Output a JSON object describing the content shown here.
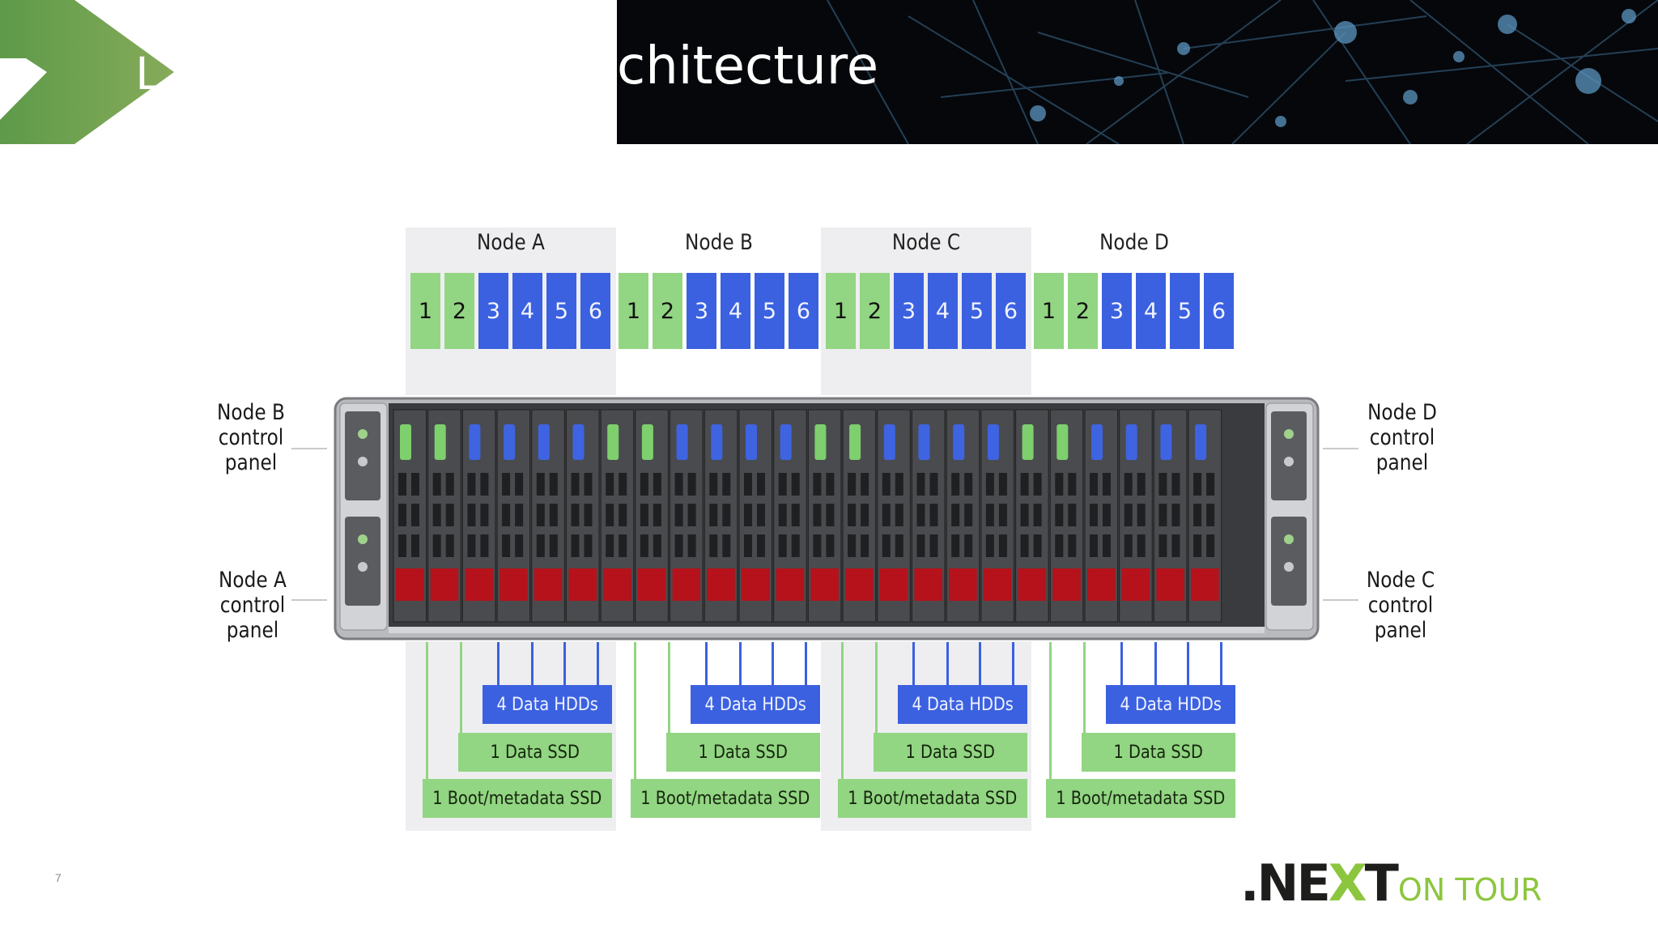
{
  "header": {
    "title": "chitecture",
    "chevron_letter": "L",
    "chevron_color": "#6f9d4f",
    "banner_color": "#05070b",
    "network_color": "#4a86b0"
  },
  "diagram": {
    "nodes": [
      {
        "label": "Node A",
        "bays": [
          {
            "num": "1",
            "kind": "ssd"
          },
          {
            "num": "2",
            "kind": "ssd"
          },
          {
            "num": "3",
            "kind": "hdd"
          },
          {
            "num": "4",
            "kind": "hdd"
          },
          {
            "num": "5",
            "kind": "hdd"
          },
          {
            "num": "6",
            "kind": "hdd"
          }
        ],
        "boxes": {
          "hdd": "4 Data HDDs",
          "ssd": "1 Data SSD",
          "boot": "1 Boot/metadata SSD"
        }
      },
      {
        "label": "Node B",
        "bays": [
          {
            "num": "1",
            "kind": "ssd"
          },
          {
            "num": "2",
            "kind": "ssd"
          },
          {
            "num": "3",
            "kind": "hdd"
          },
          {
            "num": "4",
            "kind": "hdd"
          },
          {
            "num": "5",
            "kind": "hdd"
          },
          {
            "num": "6",
            "kind": "hdd"
          }
        ],
        "boxes": {
          "hdd": "4 Data HDDs",
          "ssd": "1 Data SSD",
          "boot": "1 Boot/metadata SSD"
        }
      },
      {
        "label": "Node C",
        "bays": [
          {
            "num": "1",
            "kind": "ssd"
          },
          {
            "num": "2",
            "kind": "ssd"
          },
          {
            "num": "3",
            "kind": "hdd"
          },
          {
            "num": "4",
            "kind": "hdd"
          },
          {
            "num": "5",
            "kind": "hdd"
          },
          {
            "num": "6",
            "kind": "hdd"
          }
        ],
        "boxes": {
          "hdd": "4 Data HDDs",
          "ssd": "1 Data SSD",
          "boot": "1 Boot/metadata SSD"
        }
      },
      {
        "label": "Node D",
        "bays": [
          {
            "num": "1",
            "kind": "ssd"
          },
          {
            "num": "2",
            "kind": "ssd"
          },
          {
            "num": "3",
            "kind": "hdd"
          },
          {
            "num": "4",
            "kind": "hdd"
          },
          {
            "num": "5",
            "kind": "hdd"
          },
          {
            "num": "6",
            "kind": "hdd"
          }
        ],
        "boxes": {
          "hdd": "4 Data HDDs",
          "ssd": "1 Data SSD",
          "boot": "1 Boot/metadata SSD"
        }
      }
    ],
    "control_panels": {
      "left_top": [
        "Node B",
        "control",
        "panel"
      ],
      "left_bottom": [
        "Node A",
        "control",
        "panel"
      ],
      "right_top": [
        "Node D",
        "control",
        "panel"
      ],
      "right_bottom": [
        "Node C",
        "control",
        "panel"
      ]
    },
    "colors": {
      "ssd": "#92d582",
      "hdd": "#3b61e0",
      "shade": "#eeeef0",
      "drive_latch": "#b5121b"
    }
  },
  "footer": {
    "page_number": "7",
    "logo_main_prefix": ".NE",
    "logo_main_x": "X",
    "logo_main_suffix": "T",
    "logo_sub": "ON TOUR"
  }
}
